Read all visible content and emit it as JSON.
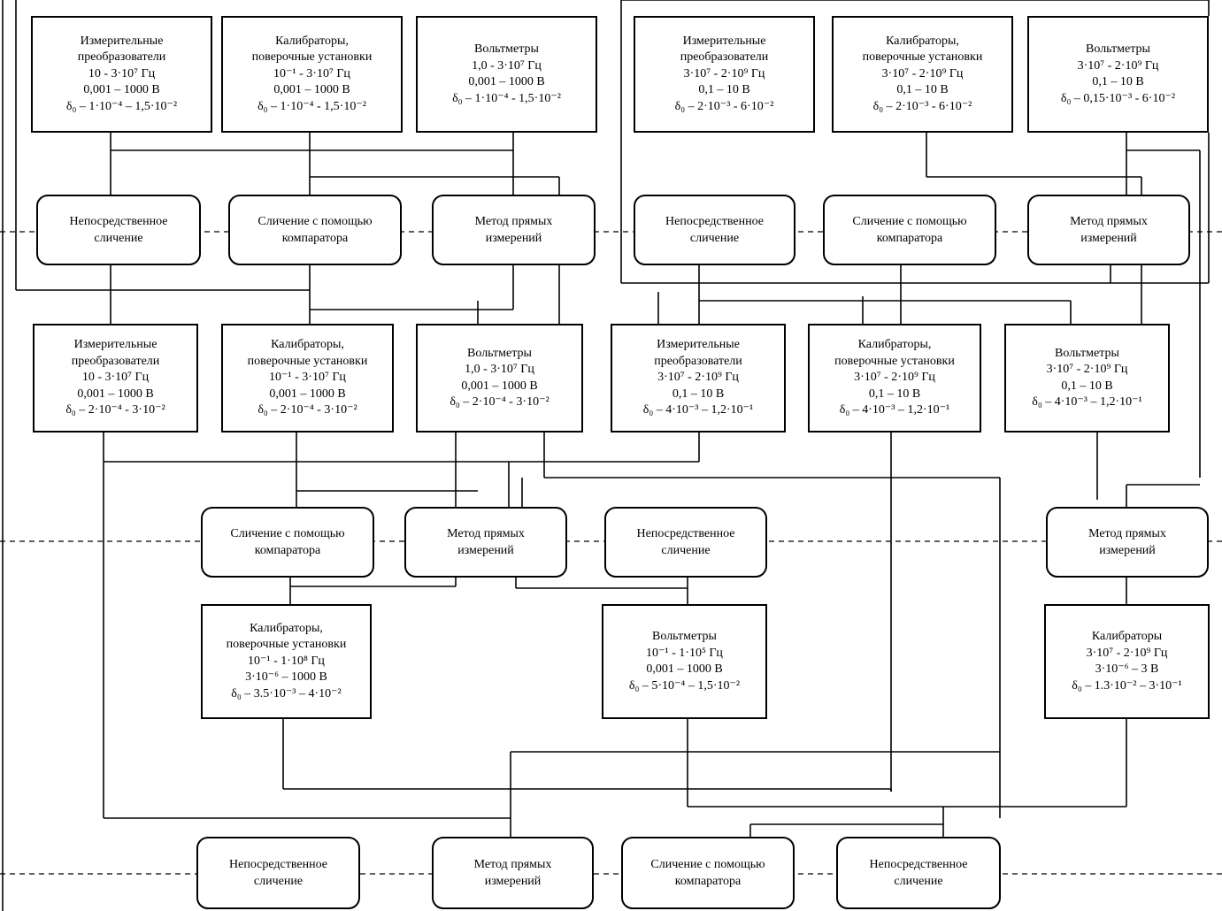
{
  "nodes": {
    "t1": [
      "Измерительные",
      "преобразователи",
      "10 - 3·10⁷ Гц",
      "0,001 – 1000 В",
      "δ₀ – 1·10⁻⁴ – 1,5·10⁻²"
    ],
    "t2": [
      "Калибраторы,",
      "поверочные установки",
      "10⁻¹ - 3·10⁷ Гц",
      "0,001 – 1000 В",
      "δ₀ – 1·10⁻⁴ - 1,5·10⁻²"
    ],
    "t3": [
      "Вольтметры",
      "1,0 - 3·10⁷ Гц",
      "0,001 – 1000 В",
      "δ₀ – 1·10⁻⁴ - 1,5·10⁻²"
    ],
    "t4": [
      "Измерительные",
      "преобразователи",
      "3·10⁷ - 2·10⁹ Гц",
      "0,1 – 10 В",
      "δ₀ – 2·10⁻³ - 6·10⁻²"
    ],
    "t5": [
      "Калибраторы,",
      "поверочные установки",
      "3·10⁷ - 2·10⁹ Гц",
      "0,1 – 10 В",
      "δ₀ – 2·10⁻³ - 6·10⁻²"
    ],
    "t6": [
      "Вольтметры",
      "3·10⁷ - 2·10⁹ Гц",
      "0,1 – 10 В",
      "δ₀ – 0,15·10⁻³ - 6·10⁻²"
    ],
    "m1": [
      "Непосредственное",
      "сличение"
    ],
    "m2": [
      "Сличение с помощью",
      "компаратора"
    ],
    "m3": [
      "Метод прямых",
      "измерений"
    ],
    "m4": [
      "Непосредственное",
      "сличение"
    ],
    "m5": [
      "Сличение с помощью",
      "компаратора"
    ],
    "m6": [
      "Метод прямых",
      "измерений"
    ],
    "s1": [
      "Измерительные",
      "преобразователи",
      "10 - 3·10⁷ Гц",
      "0,001 – 1000 В",
      "δ₀ – 2·10⁻⁴ - 3·10⁻²"
    ],
    "s2": [
      "Калибраторы,",
      "поверочные установки",
      "10⁻¹ - 3·10⁷ Гц",
      "0,001 – 1000 В",
      "δ₀ – 2·10⁻⁴ - 3·10⁻²"
    ],
    "s3": [
      "Вольтметры",
      "1,0 - 3·10⁷ Гц",
      "0,001 – 1000 В",
      "δ₀ – 2·10⁻⁴ - 3·10⁻²"
    ],
    "s4": [
      "Измерительные",
      "преобразователи",
      "3·10⁷ - 2·10⁹ Гц",
      "0,1 – 10 В",
      "δ₀ – 4·10⁻³ – 1,2·10⁻¹"
    ],
    "s5": [
      "Калибраторы,",
      "поверочные установки",
      "3·10⁷ - 2·10⁹ Гц",
      "0,1 – 10 В",
      "δ₀ – 4·10⁻³ – 1,2·10⁻¹"
    ],
    "s6": [
      "Вольтметры",
      "3·10⁷ - 2·10⁹ Гц",
      "0,1 – 10 В",
      "δ₀ – 4·10⁻³ – 1,2·10⁻¹"
    ],
    "m7": [
      "Сличение с помощью",
      "компаратора"
    ],
    "m8": [
      "Метод прямых",
      "измерений"
    ],
    "m9": [
      "Непосредственное",
      "сличение"
    ],
    "m10": [
      "Метод прямых",
      "измерений"
    ],
    "w1": [
      "Калибраторы,",
      "поверочные установки",
      "10⁻¹ - 1·10⁸ Гц",
      "3·10⁻⁶ – 1000 В",
      "δ₀ – 3.5·10⁻³ – 4·10⁻²"
    ],
    "w2": [
      "Вольтметры",
      "10⁻¹ - 1·10⁵ Гц",
      "0,001 – 1000 В",
      "δ₀ – 5·10⁻⁴ – 1,5·10⁻²"
    ],
    "w3": [
      "Калибраторы",
      "3·10⁷ - 2·10⁹ Гц",
      "3·10⁻⁶ – 3 В",
      "δ₀ – 1.3·10⁻² – 3·10⁻¹"
    ],
    "b1": [
      "Непосредственное",
      "сличение"
    ],
    "b2": [
      "Метод прямых",
      "измерений"
    ],
    "b3": [
      "Сличение с помощью",
      "компаратора"
    ],
    "b4": [
      "Непосредственное",
      "сличение"
    ]
  },
  "colors": {
    "line": "#000000",
    "background": "#ffffff"
  }
}
